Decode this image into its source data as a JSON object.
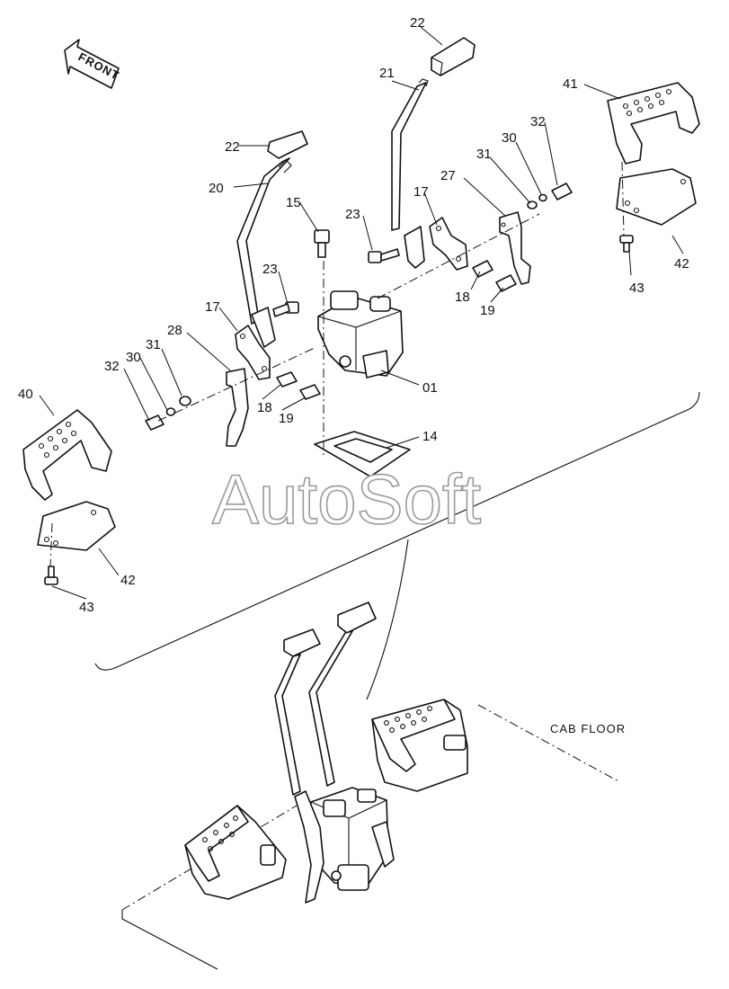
{
  "direction_arrow": {
    "label": "FRONT"
  },
  "callouts": {
    "c22_right": "22",
    "c21": "21",
    "c41": "41",
    "c32_right": "32",
    "c30_right": "30",
    "c31_right": "31",
    "c22_left": "22",
    "c27": "27",
    "c20": "20",
    "c15": "15",
    "c23_top": "23",
    "c17_right": "17",
    "c42_right": "42",
    "c43_right": "43",
    "c23_mid": "23",
    "c18_right": "18",
    "c19_right": "19",
    "c17_left": "17",
    "c28": "28",
    "c31_left": "31",
    "c30_left": "30",
    "c32_left": "32",
    "c01": "01",
    "c40": "40",
    "c18_left": "18",
    "c19_left": "19",
    "c14": "14",
    "c42_left": "42",
    "c43_left": "43"
  },
  "cab_floor_label": "CAB FLOOR",
  "watermark": "AutoSoft"
}
